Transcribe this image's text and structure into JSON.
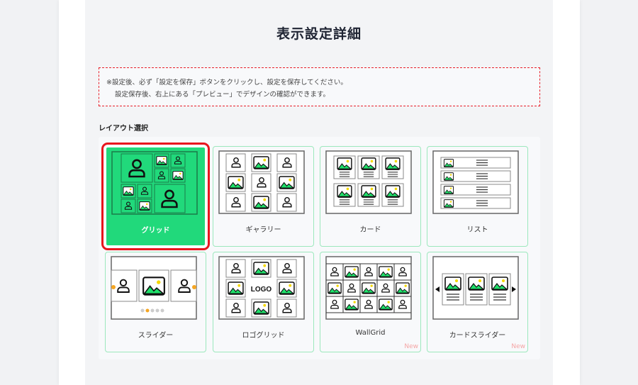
{
  "page": {
    "title": "表示設定詳細"
  },
  "notice": {
    "line1": "※設定後、必ず「設定を保存」ボタンをクリックし、設定を保存してください。",
    "line2": "設定保存後、右上にある「プレビュー」でデザインの確認ができます。"
  },
  "layout_section": {
    "heading": "レイアウト選択",
    "options": [
      {
        "label": "グリッド",
        "selected": true
      },
      {
        "label": "ギャラリー"
      },
      {
        "label": "カード"
      },
      {
        "label": "リスト"
      },
      {
        "label": "スライダー"
      },
      {
        "label": "ロゴグリッド",
        "logo_text": "LOGO"
      },
      {
        "label": "WallGrid",
        "badge": "New"
      },
      {
        "label": "カードスライダー",
        "badge": "New"
      }
    ]
  },
  "colors": {
    "accent": "#21d97b",
    "selected_outline": "#e8151d",
    "notice_border": "#e8202a"
  }
}
